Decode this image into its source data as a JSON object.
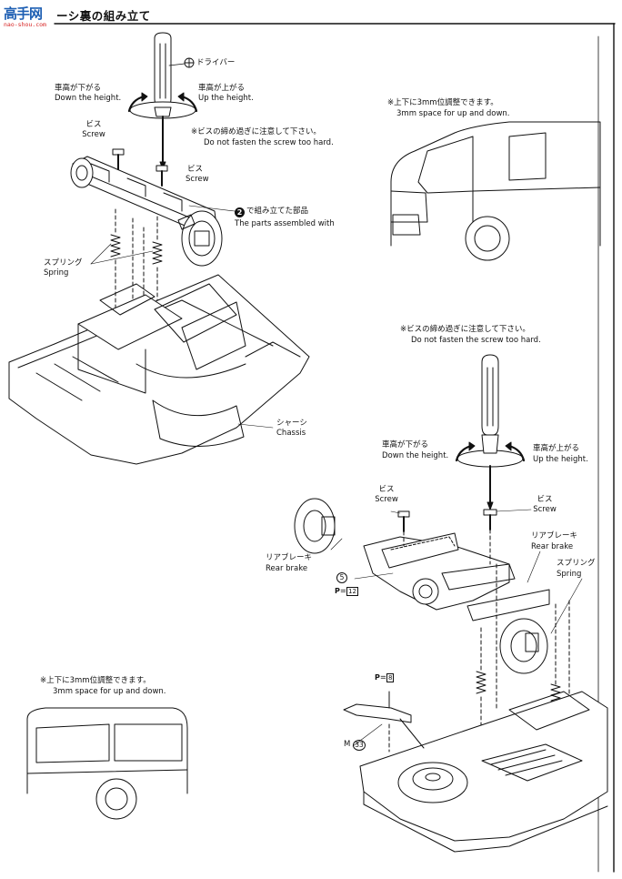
{
  "watermark": {
    "logo_text": "高手网",
    "url": "nao-shou.com"
  },
  "header": {
    "title": "ーシ裏の組み立て"
  },
  "front": {
    "driver_jp": "ドライバー",
    "down_jp": "車高が下がる",
    "down_en": "Down the height.",
    "up_jp": "車高が上がる",
    "up_en": "Up the height.",
    "caution_jp": "※ビスの締め過ぎに注意して下さい。",
    "caution_en": "Do not fasten the screw too hard.",
    "screw1_jp": "ビス",
    "screw1_en": "Screw",
    "screw2_jp": "ビス",
    "screw2_en": "Screw",
    "parts_num": "2",
    "parts_jp": "で組み立てた部品",
    "parts_en": "The parts assembled with",
    "spring_jp": "スプリング",
    "spring_en": "Spring",
    "chassis_jp": "シャーシ",
    "chassis_en": "Chassis"
  },
  "box_top": {
    "jp": "※上下に3mm位調整できます。",
    "en": "3mm space for up and down."
  },
  "rear": {
    "caution_jp": "※ビスの締め過ぎに注意して下さい。",
    "caution_en": "Do not fasten the screw too hard.",
    "down_jp": "車高が下がる",
    "down_en": "Down the height.",
    "up_jp": "車高が上がる",
    "up_en": "Up the height.",
    "screw_l_jp": "ビス",
    "screw_l_en": "Screw",
    "screw_r_jp": "ビス",
    "screw_r_en": "Screw",
    "rb_left_jp": "リアブレーキ",
    "rb_left_en": "Rear brake",
    "rb_right_jp": "リアブレーキ",
    "rb_right_en": "Rear brake",
    "spring_jp": "スプリング",
    "spring_en": "Spring",
    "part5_num": "5",
    "part5_p": "P",
    "part5_sub": "12",
    "p8_p": "P",
    "p8_sub": "8",
    "m33_m": "M",
    "m33_num": "33"
  },
  "box_bottom": {
    "jp": "※上下に3mm位調整できます。",
    "en": "3mm space for up and down."
  }
}
